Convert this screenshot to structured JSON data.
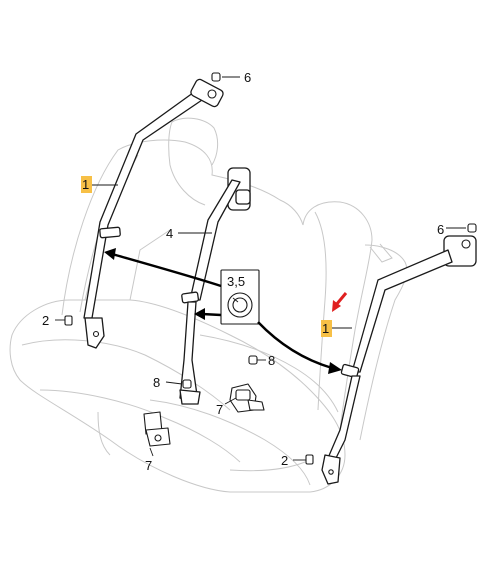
{
  "callouts": {
    "belt_left": "1",
    "belt_right": "1",
    "bolt_lower_left": "2",
    "bolt_lower_right": "2",
    "cover_ref": "3,5",
    "belt_center": "4",
    "nut_top_left": "6",
    "nut_right": "6",
    "nut_center_right": "8",
    "nut_center_left": "8",
    "buckle_center": "7",
    "buckle_left": "7"
  },
  "colors": {
    "highlight": "#f7c046",
    "indicator_arrow": "#e02020",
    "seat_outline": "#c8c8c8",
    "line": "#1a1a1a"
  },
  "icons": {
    "indicator": "red-arrow-icon",
    "detail_view": "magnified-cover-detail"
  }
}
